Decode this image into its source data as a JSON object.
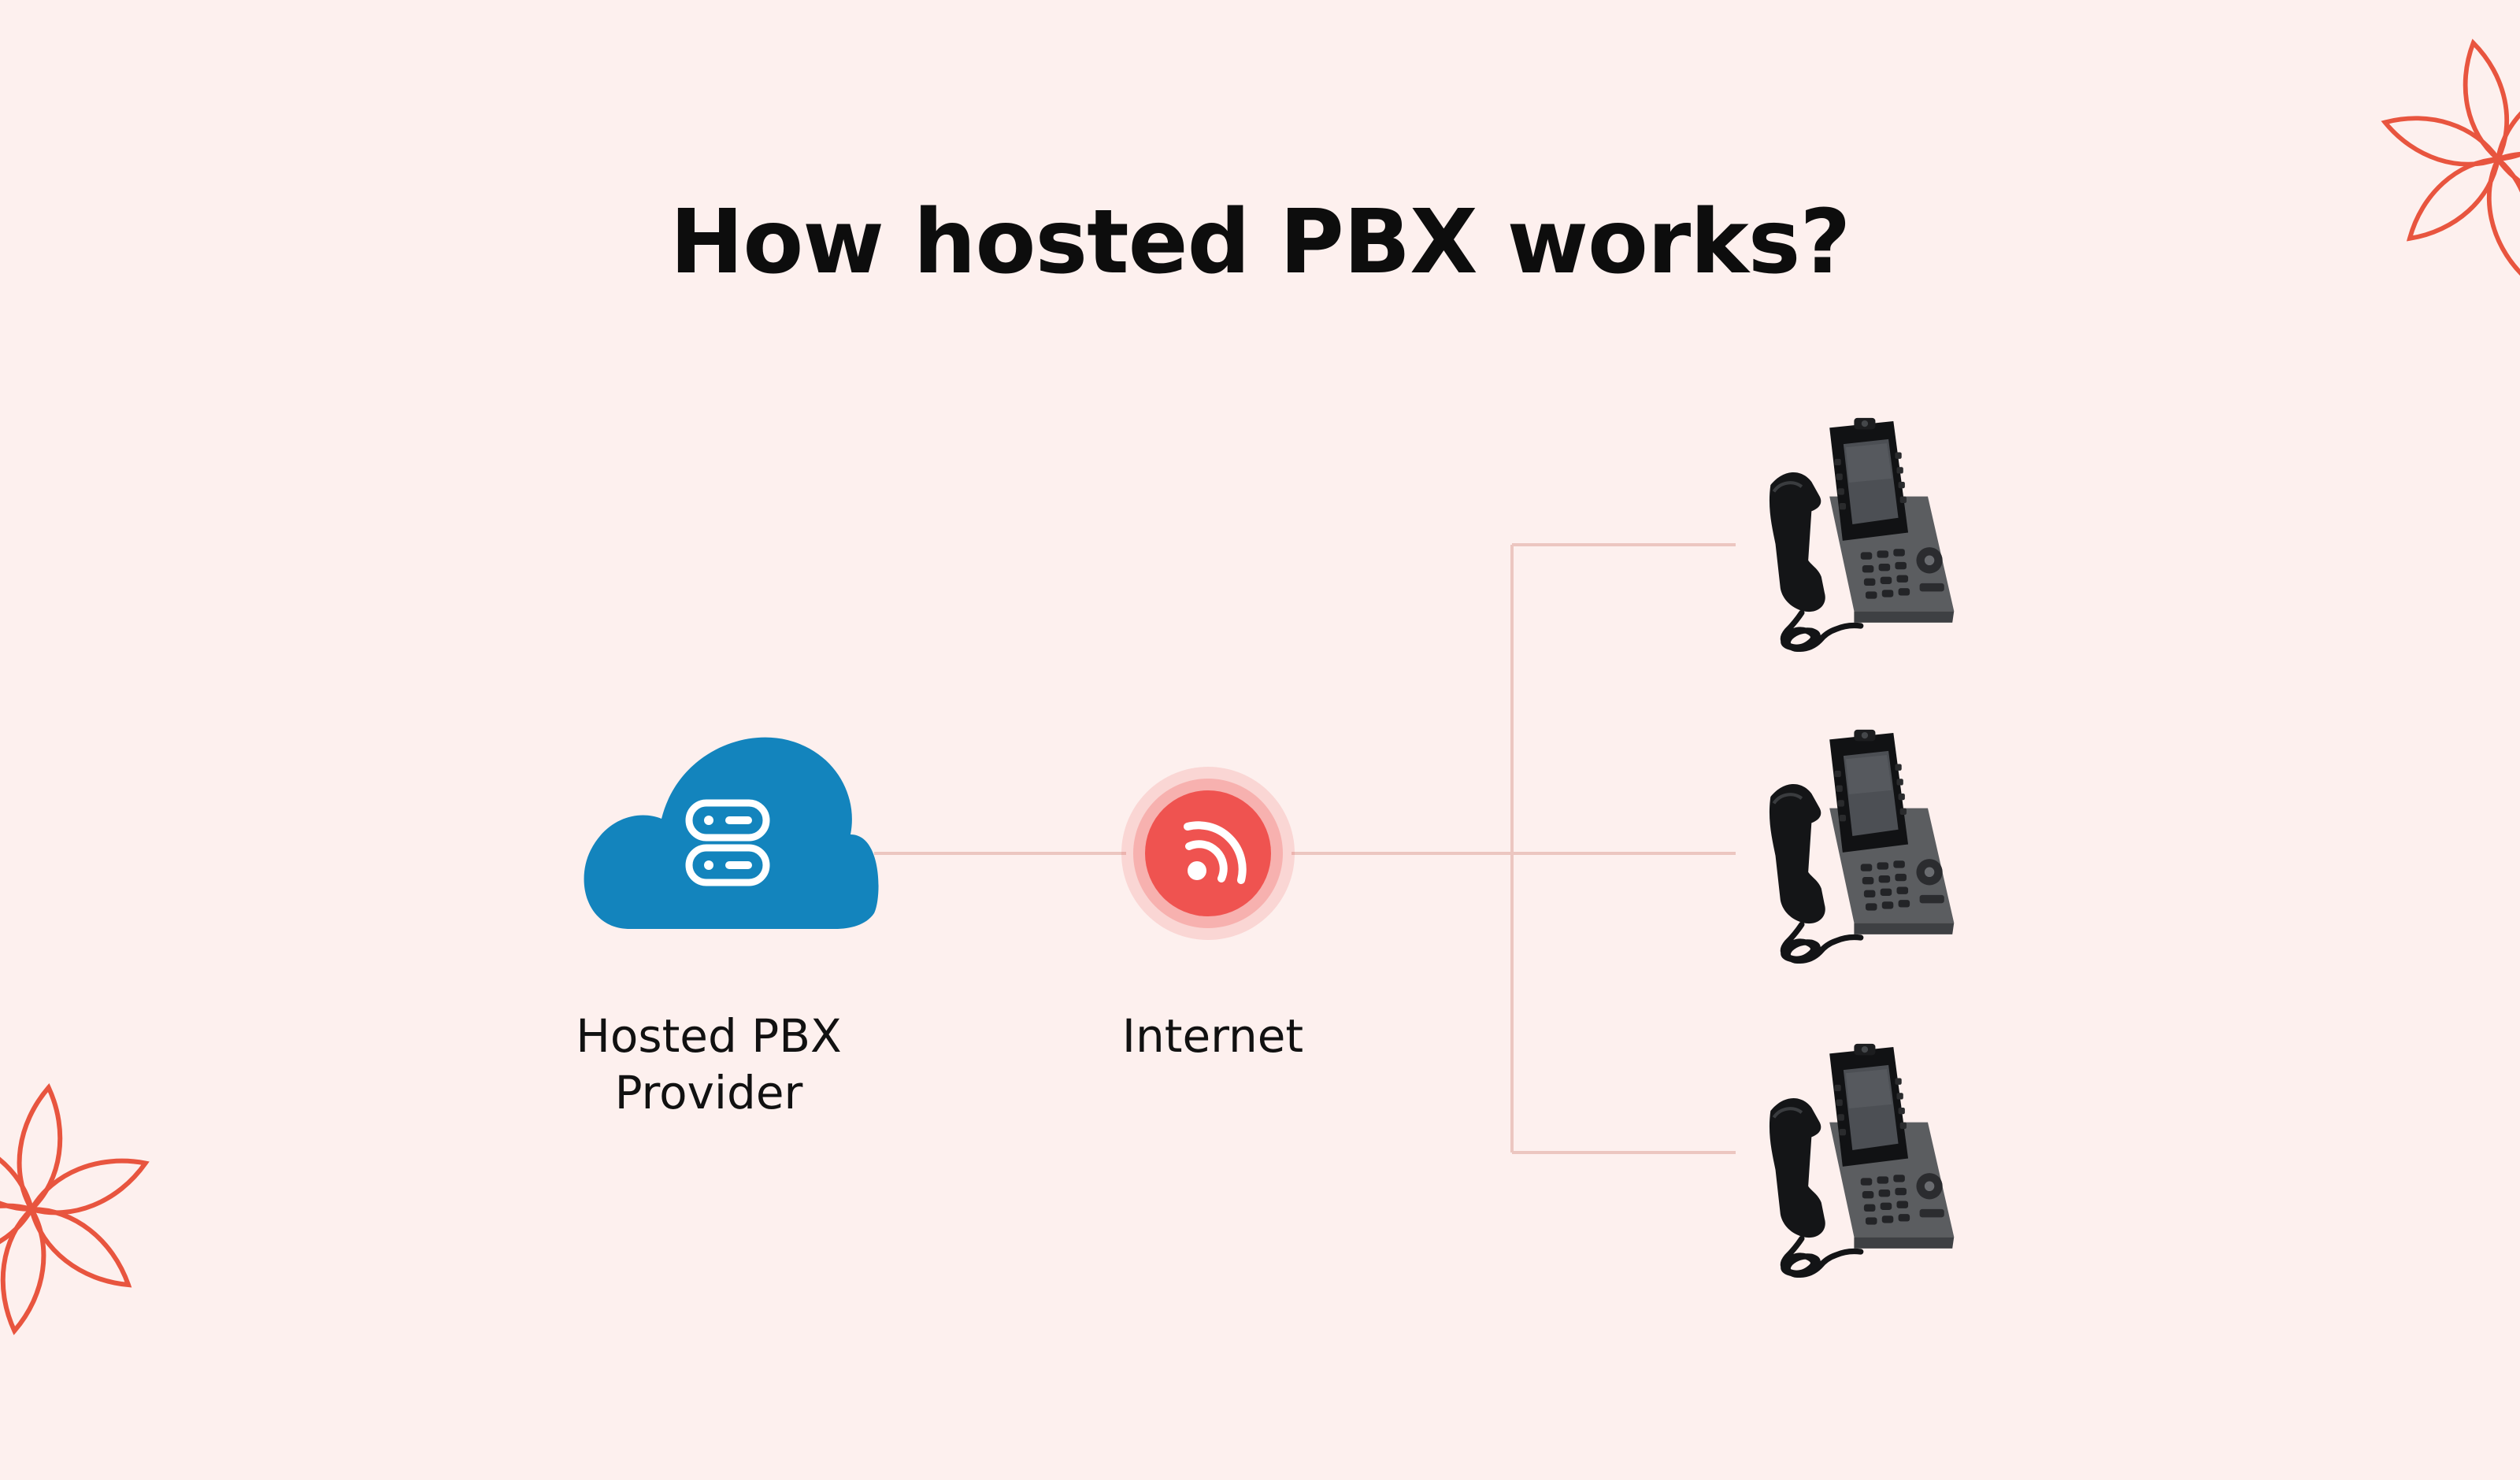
{
  "title": "How hosted PBX works?",
  "nodes": {
    "provider": {
      "label_line1": "Hosted PBX",
      "label_line2": "Provider",
      "icon": "cloud-server-icon"
    },
    "internet": {
      "label": "Internet",
      "icon": "wifi-icon"
    },
    "phones": [
      {
        "icon": "desk-phone-icon"
      },
      {
        "icon": "desk-phone-icon"
      },
      {
        "icon": "desk-phone-icon"
      }
    ]
  },
  "colors": {
    "background": "#fdf0ee",
    "cloud": "#1384bd",
    "internet": "#ef5350",
    "connector": "#ecc6c0",
    "flower": "#e8553f",
    "text": "#0d0d0d"
  }
}
